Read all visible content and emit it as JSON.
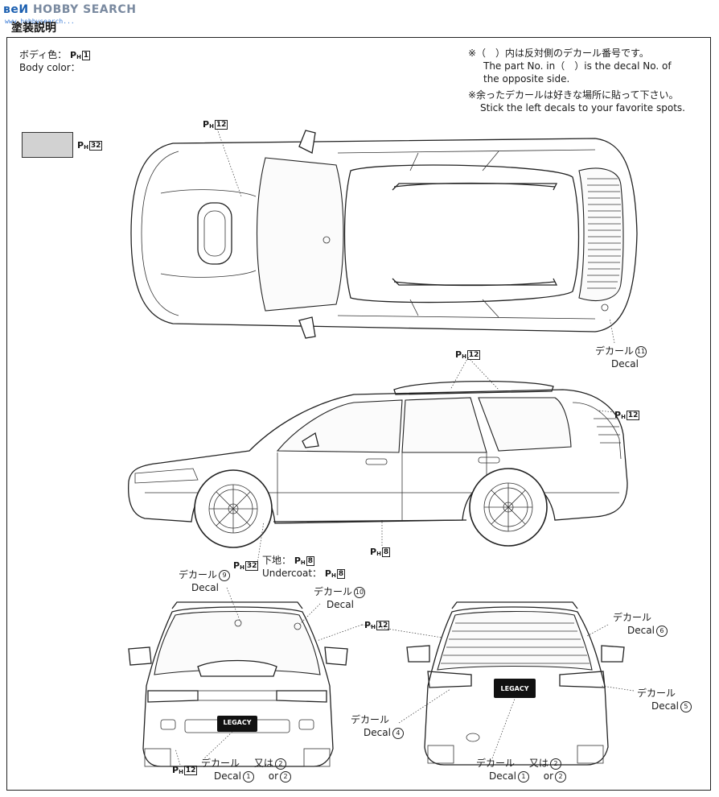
{
  "watermark": {
    "cn": "веИ",
    "en": "HOBBY SEARCH",
    "sub": "www.hobbysearch..."
  },
  "header_title": "塗装説明",
  "body_color": {
    "label_jp": "ボディ色：",
    "label_en": "Body color：",
    "paint_ref": "1",
    "swatch_paint_ref": "32",
    "swatch_color": "#d2d2d2"
  },
  "notes": {
    "note1_jp": "※（　）内は反対側のデカール番号です。",
    "note1_en_a": "The part No. in（　）is the decal No. of",
    "note1_en_b": "the opposite side.",
    "note2_jp": "※余ったデカールは好きな場所に貼って下さい。",
    "note2_en": "Stick the left decals to your favorite spots."
  },
  "paint_prefix": "P",
  "paint_suffix": "H",
  "decal_word_jp": "デカール",
  "decal_word_en": "Decal",
  "top_view": {
    "paint_hood_ref": "12",
    "decal_rear": "11"
  },
  "side_view": {
    "paint_roof_ref": "12",
    "paint_rear_ref": "12",
    "paint_sill_ref": "8",
    "paint_front_ref": "32",
    "undercoat_jp": "下地：",
    "undercoat_en": "Undercoat：",
    "undercoat_ref": "8"
  },
  "front_view": {
    "decal_a": "9",
    "decal_b": "10",
    "paint_glass_ref": "12",
    "paint_lower_ref": "12",
    "decal_plate_a": "1",
    "decal_plate_b": "2",
    "or_jp": "又は",
    "or_en": "or",
    "plate_text": "LEGACY"
  },
  "rear_view": {
    "decal_a": "6",
    "decal_b": "5",
    "decal_c": "4",
    "decal_plate_a": "1",
    "decal_plate_b": "2",
    "or_jp": "又は",
    "or_en": "or",
    "plate_text": "LEGACY"
  }
}
